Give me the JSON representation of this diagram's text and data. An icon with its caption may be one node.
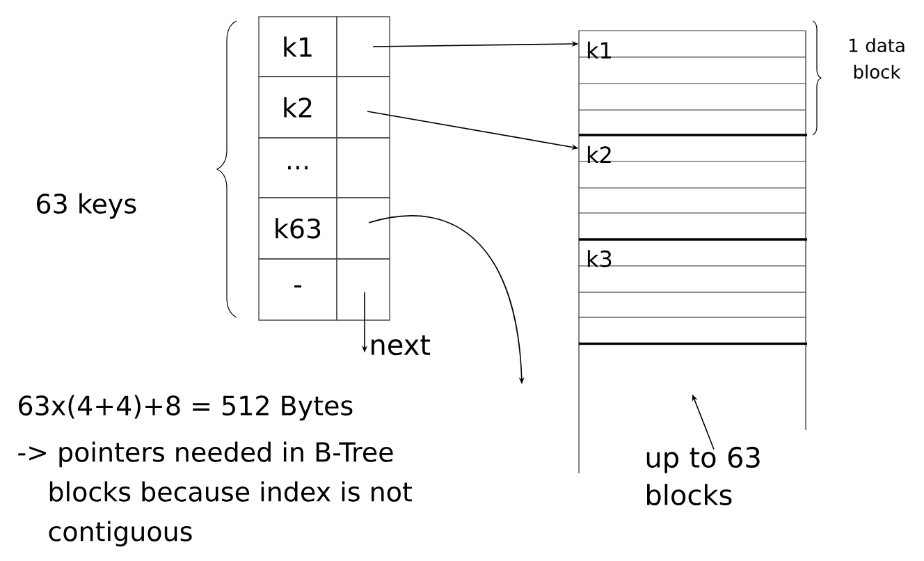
{
  "diagram": {
    "nodes": [
      {
        "text": [
          "k1"
        ]
      },
      {
        "text": [],
        "shape": "box"
      },
      {
        "text": [
          "k2"
        ]
      },
      {
        "text": [],
        "shape": "box"
      },
      {
        "text": [
          "..."
        ]
      },
      {
        "text": [],
        "shape": "box"
      },
      {
        "text": [
          "k63"
        ]
      },
      {
        "text": [],
        "shape": "box"
      },
      {
        "text": [
          "-"
        ]
      },
      {
        "text": [],
        "shape": "box"
      },
      {
        "text": [],
        "shape": "box"
      },
      {
        "text": [
          "k1"
        ],
        "in": 10
      },
      {
        "text": [
          "k2"
        ],
        "in": 10
      },
      {
        "text": [
          "k3"
        ],
        "in": 10
      },
      {
        "text": [
          "up to 63 blocks"
        ]
      },
      {
        "text": [
          "next"
        ]
      }
    ],
    "edges": [
      {
        "from": 1,
        "to": 11,
        "arrow": "to"
      },
      {
        "from": 3,
        "to": 12,
        "arrow": "to"
      },
      {
        "from": 7,
        "to": null,
        "arrow": "to"
      },
      {
        "from": 9,
        "to": 15,
        "arrow": "to"
      },
      {
        "from": 14,
        "to": 10,
        "arrow": "to"
      }
    ],
    "labels": [
      "63 keys",
      "1 data block",
      "63x(4+4)+8 = 512 Bytes",
      "-> pointers needed in B-Tree blocks because index is not contiguous"
    ]
  }
}
